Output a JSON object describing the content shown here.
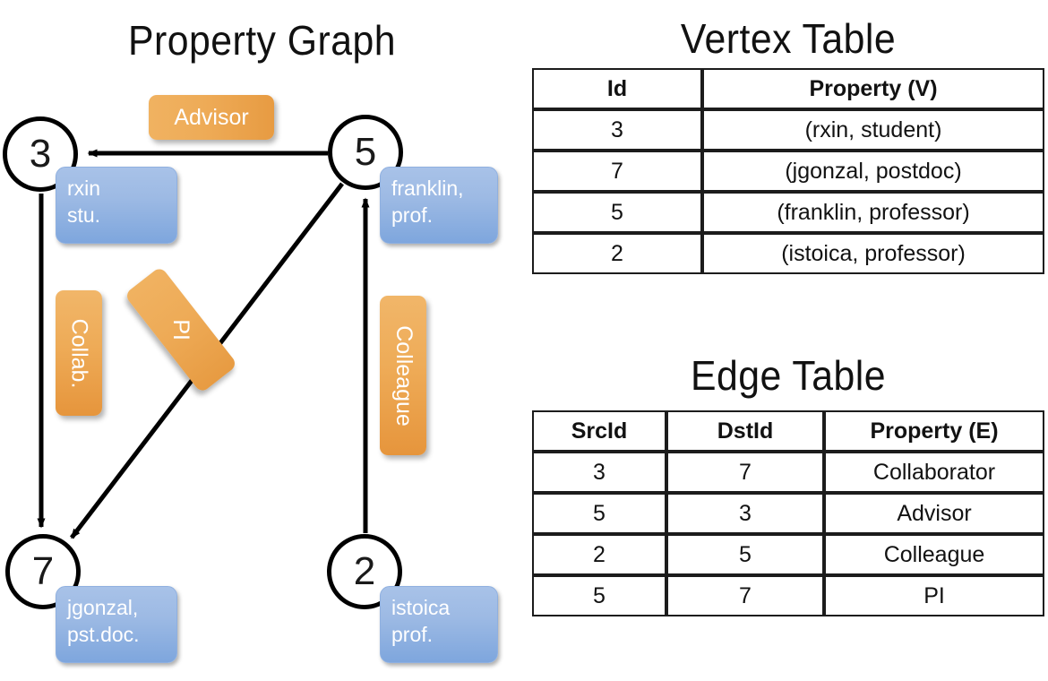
{
  "graph": {
    "title": "Property Graph",
    "nodes": [
      {
        "id": "3",
        "property_line1": "rxin",
        "property_line2": "stu."
      },
      {
        "id": "5",
        "property_line1": "franklin,",
        "property_line2": "prof."
      },
      {
        "id": "7",
        "property_line1": "jgonzal,",
        "property_line2": "pst.doc."
      },
      {
        "id": "2",
        "property_line1": "istoica",
        "property_line2": "prof."
      }
    ],
    "edge_labels": [
      {
        "name": "advisor-label",
        "text": "Advisor"
      },
      {
        "name": "collab-label",
        "text": "Collab."
      },
      {
        "name": "pi-label",
        "text": "PI"
      },
      {
        "name": "colleague-label",
        "text": "Colleague"
      }
    ]
  },
  "vertex_table": {
    "title": "Vertex Table",
    "headers": [
      "Id",
      "Property (V)"
    ],
    "rows": [
      [
        "3",
        "(rxin, student)"
      ],
      [
        "7",
        "(jgonzal, postdoc)"
      ],
      [
        "5",
        "(franklin, professor)"
      ],
      [
        "2",
        "(istoica, professor)"
      ]
    ]
  },
  "edge_table": {
    "title": "Edge Table",
    "headers": [
      "SrcId",
      "DstId",
      "Property (E)"
    ],
    "rows": [
      [
        "3",
        "7",
        "Collaborator"
      ],
      [
        "5",
        "3",
        "Advisor"
      ],
      [
        "2",
        "5",
        "Colleague"
      ],
      [
        "5",
        "7",
        "PI"
      ]
    ]
  },
  "colors": {
    "vertex_property_fill": "#d4dff1",
    "edge_property_fill": "#f7dfc4",
    "node_property_box": "#7ea6dd",
    "edge_label_box": "#eeab57",
    "border": "#1c1c1c"
  }
}
